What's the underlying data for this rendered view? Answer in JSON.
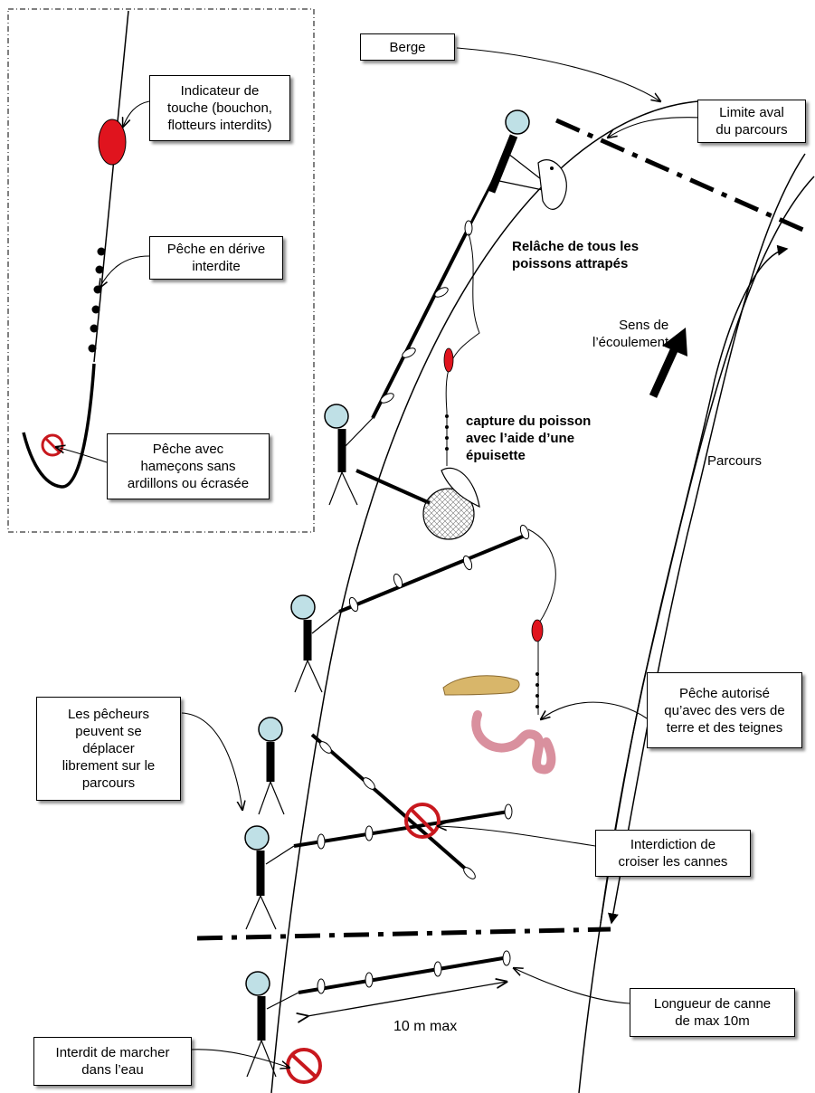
{
  "labels": {
    "berge": "Berge",
    "limite_aval": "Limite aval\ndu parcours",
    "indicateur": "Indicateur de\ntouche (bouchon,\nflotteurs interdits)",
    "derive": "Pêche en dérive\ninterdite",
    "ardillons": "Pêche avec\nhameçons sans\nardillons ou écrasée",
    "relache": "Relâche de tous les\npoissons attrapés",
    "sens": "Sens de\nl’écoulement",
    "capture": "capture du poisson\navec l’aide d’une\népuisette",
    "parcours": "Parcours",
    "vers": "Pêche autorisé\nqu’avec des vers de\nterre et des teignes",
    "deplacer": "Les pêcheurs\npeuvent se\ndéplacer\nlibrement sur le\nparcours",
    "croiser": "Interdiction de\ncroiser les cannes",
    "longueur": "Longueur de canne\nde max 10m",
    "dix_m": "10 m max",
    "marcher": "Interdit de marcher\ndans l’eau"
  },
  "colors": {
    "float_red": "#e0141e",
    "prohibition_red": "#c8181e",
    "head_blue": "#bfe0e6",
    "worm_pink": "#d9909e",
    "larva": "#d8b66a"
  }
}
